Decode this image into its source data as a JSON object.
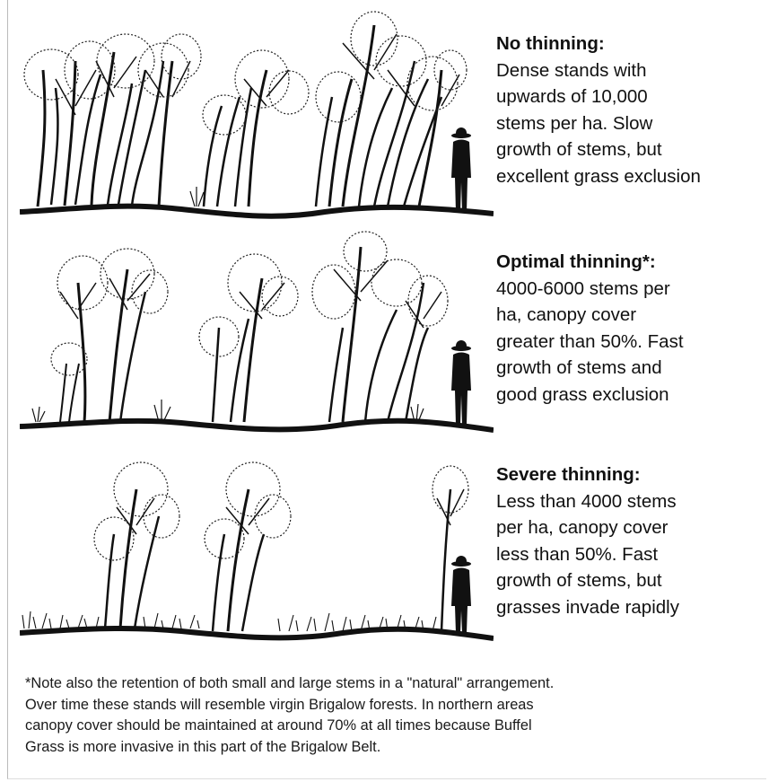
{
  "panels": [
    {
      "heading": "No thinning:",
      "lines": [
        "Dense stands with",
        "upwards of 10,000",
        "stems per ha. Slow",
        "growth of stems, but",
        "excellent grass exclusion"
      ]
    },
    {
      "heading": "Optimal thinning*:",
      "lines": [
        "4000-6000 stems per",
        "ha, canopy cover",
        "greater than 50%. Fast",
        "growth of stems and",
        "good grass exclusion"
      ]
    },
    {
      "heading": "Severe thinning:",
      "lines": [
        "Less than 4000 stems",
        "per ha, canopy cover",
        "less than 50%. Fast",
        "growth of stems, but",
        "grasses invade rapidly"
      ]
    }
  ],
  "footnote": {
    "lines": [
      "*Note also the retention of both small and large stems in a \"natural\" arrangement.",
      "Over time these stands will resemble virgin Brigalow forests. In northern areas",
      "canopy cover should be maintained at around 70% at all times because Buffel",
      "Grass is more invasive in this part of the Brigalow Belt."
    ]
  },
  "colors": {
    "ink": "#111111",
    "foliage": "#222222"
  }
}
